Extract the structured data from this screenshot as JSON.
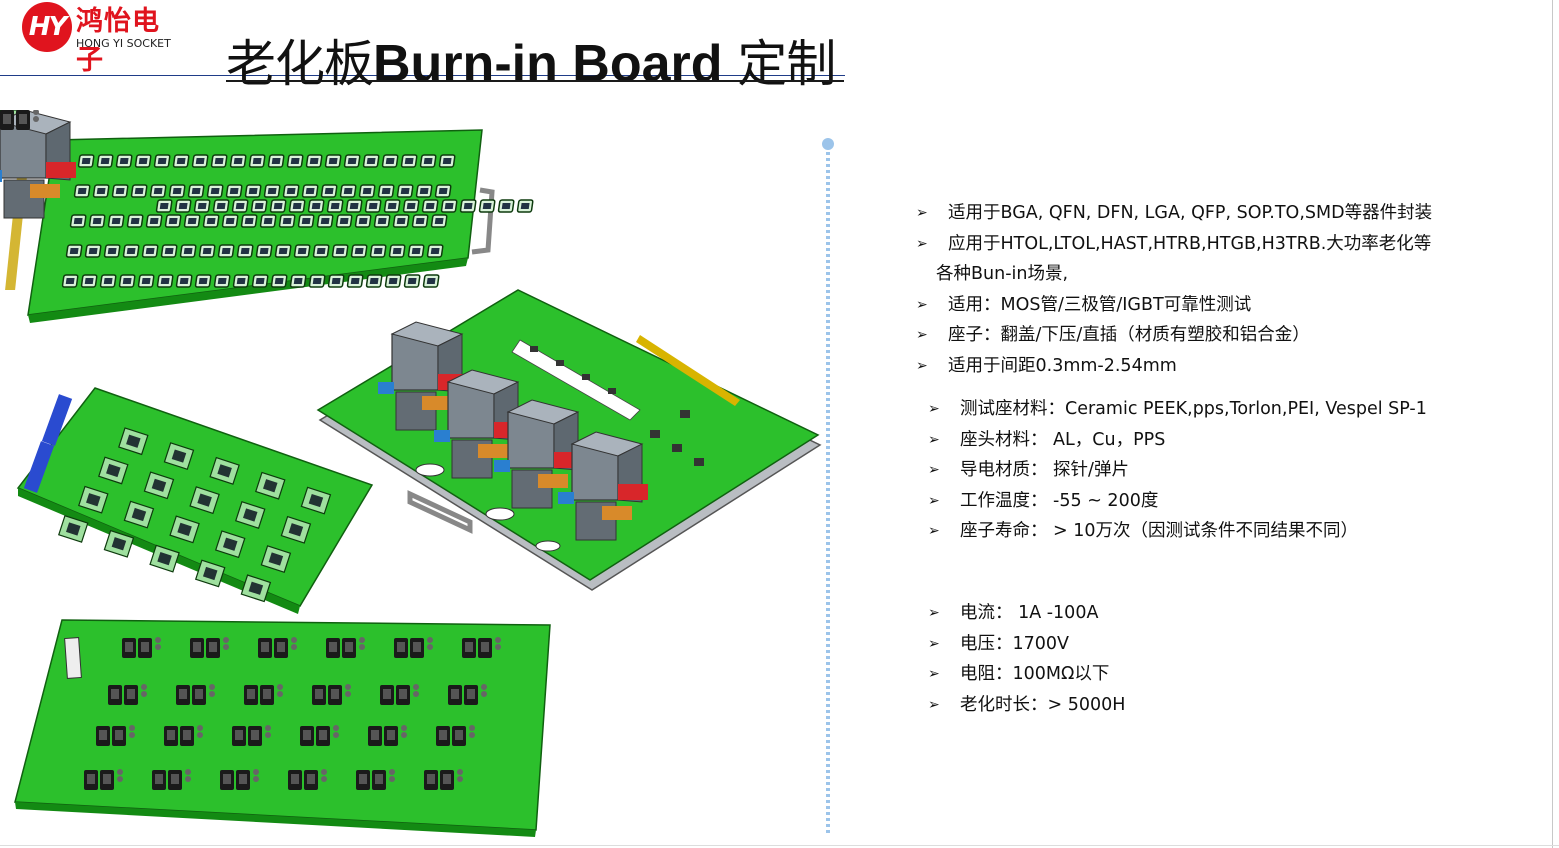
{
  "logo": {
    "brand_cn": "鸿怡电子",
    "brand_en": "HONG YI SOCKET",
    "mark": "HY",
    "icon": "hy-logo-icon",
    "color": "#e0141e"
  },
  "title": {
    "cn_prefix": "老化板",
    "en": "Burn-in Board",
    "cn_suffix": " 定制"
  },
  "colors": {
    "pcb_green": "#2cc02c",
    "divider": "#9cc4ea",
    "header_line": "#1f3c88"
  },
  "features": [
    {
      "line1": "适用于BGA, QFN, DFN, LGA, QFP, SOP.TO,SMD等器件封装"
    },
    {
      "line1": "应用于HTOL,LTOL,HAST,HTRB,HTGB,H3TRB.大功率老化等",
      "line2": "各种Bun-in场景,"
    },
    {
      "line1": "适用：MOS管/三极管/IGBT可靠性测试"
    },
    {
      "line1": "座子：翻盖/下压/直插（材质有塑胶和铝合金）"
    },
    {
      "line1": "适用于间距0.3mm-2.54mm"
    }
  ],
  "materials": [
    "测试座材料：Ceramic PEEK,pps,Torlon,PEI, Vespel SP-1",
    "座头材料： AL，Cu，PPS",
    "导电材质： 探针/弹片",
    "工作温度： -55 ~ 200度",
    "座子寿命：  > 10万次（因测试条件不同结果不同）"
  ],
  "electrical": [
    "电流： 1A -100A",
    "电压：1700V",
    "电阻：100MΩ以下",
    "老化时长：> 5000H"
  ],
  "arrow_glyph": "➢"
}
